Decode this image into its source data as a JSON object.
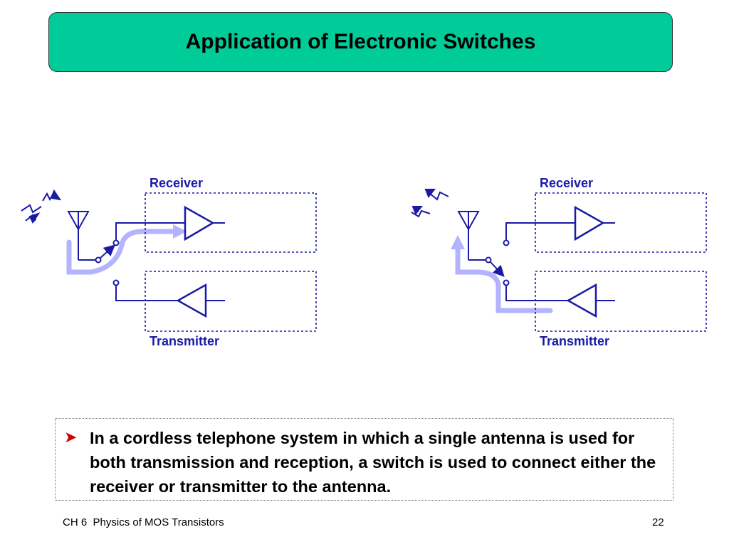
{
  "header": {
    "title": "Application of Electronic Switches"
  },
  "diagrams": [
    {
      "receiver_label": "Receiver",
      "transmitter_label": "Transmitter",
      "mode": "receive"
    },
    {
      "receiver_label": "Receiver",
      "transmitter_label": "Transmitter",
      "mode": "transmit"
    }
  ],
  "note": {
    "bullet_icon": "red-arrow-bullet-icon",
    "text": "In a cordless telephone system in which a single antenna is used for both transmission and reception, a switch is used to connect either the receiver or transmitter to the antenna."
  },
  "footer": {
    "chapter": "CH 6  Physics of MOS Transistors",
    "page": "22"
  },
  "colors": {
    "title_bg": "#00cc99",
    "circuit": "#1a1aa6",
    "signal_path": "#b3b3ff",
    "bullet": "#cc0000"
  }
}
